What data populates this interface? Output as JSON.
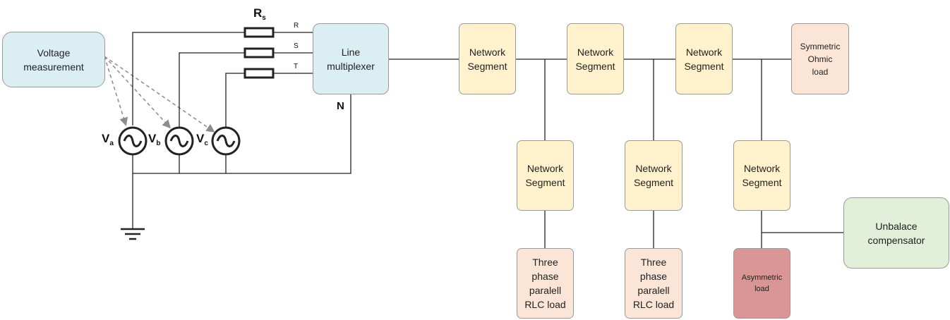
{
  "voltage_measurement": {
    "label": "Voltage\nmeasurement",
    "color": "#dbeef4"
  },
  "line_multiplexer": {
    "label": "Line\nmultiplexer",
    "color": "#dbeef4"
  },
  "resistor": {
    "label": "R",
    "sub": "s"
  },
  "phase_labels": [
    "R",
    "S",
    "T"
  ],
  "neutral_label": "N",
  "sources": [
    {
      "label": "V",
      "sub": "a"
    },
    {
      "label": "V",
      "sub": "b"
    },
    {
      "label": "V",
      "sub": "c"
    }
  ],
  "network_segment": {
    "label": "Network\nSegment",
    "color": "#fff2cc"
  },
  "symmetric_load": {
    "label": "Symmetric\nOhmic\nload",
    "color": "#fbe5d6"
  },
  "rlc_load": {
    "label": "Three\nphase\nparalell\nRLC load",
    "color": "#fbe5d6"
  },
  "asymmetric_load": {
    "label": "Asymmetric\nload",
    "color": "#d99694"
  },
  "unbalance_compensator": {
    "label": "Unbalace\ncompensator",
    "color": "#e2efd9"
  }
}
